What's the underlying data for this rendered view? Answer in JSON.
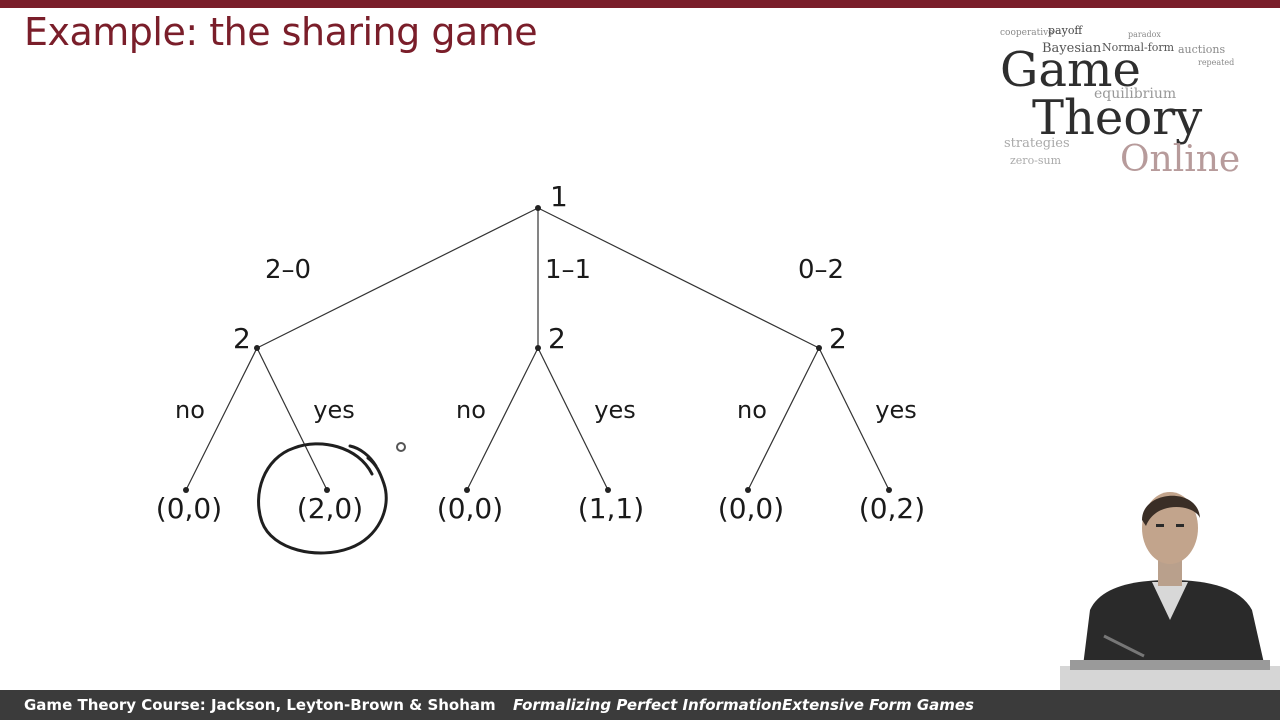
{
  "slide": {
    "title": "Example: the sharing game"
  },
  "logo": {
    "line1": "Game",
    "line2": "Theory",
    "line3": "Online",
    "cloud_words": [
      "cooperative",
      "payoff",
      "Bayesian",
      "Normal-form",
      "auctions",
      "equilibrium",
      "strategies",
      "zero-sum",
      "repeated",
      "paradox"
    ]
  },
  "tree": {
    "root": {
      "player": "1"
    },
    "branches": [
      {
        "offer": "2–0",
        "player": "2",
        "choices": [
          {
            "action": "no",
            "payoff": "(0,0)"
          },
          {
            "action": "yes",
            "payoff": "(2,0)"
          }
        ]
      },
      {
        "offer": "1–1",
        "player": "2",
        "choices": [
          {
            "action": "no",
            "payoff": "(0,0)"
          },
          {
            "action": "yes",
            "payoff": "(1,1)"
          }
        ]
      },
      {
        "offer": "0–2",
        "player": "2",
        "choices": [
          {
            "action": "no",
            "payoff": "(0,0)"
          },
          {
            "action": "yes",
            "payoff": "(0,2)"
          }
        ]
      }
    ],
    "highlighted_payoff": "(2,0)"
  },
  "footer": {
    "left": "Game Theory Course: Jackson, Leyton-Brown & Shoham",
    "right": "Formalizing Perfect InformationExtensive Form Games"
  },
  "colors": {
    "accent": "#7a1e2a",
    "footer_bg": "#3b3b3b",
    "ink": "#1a1a1a"
  }
}
